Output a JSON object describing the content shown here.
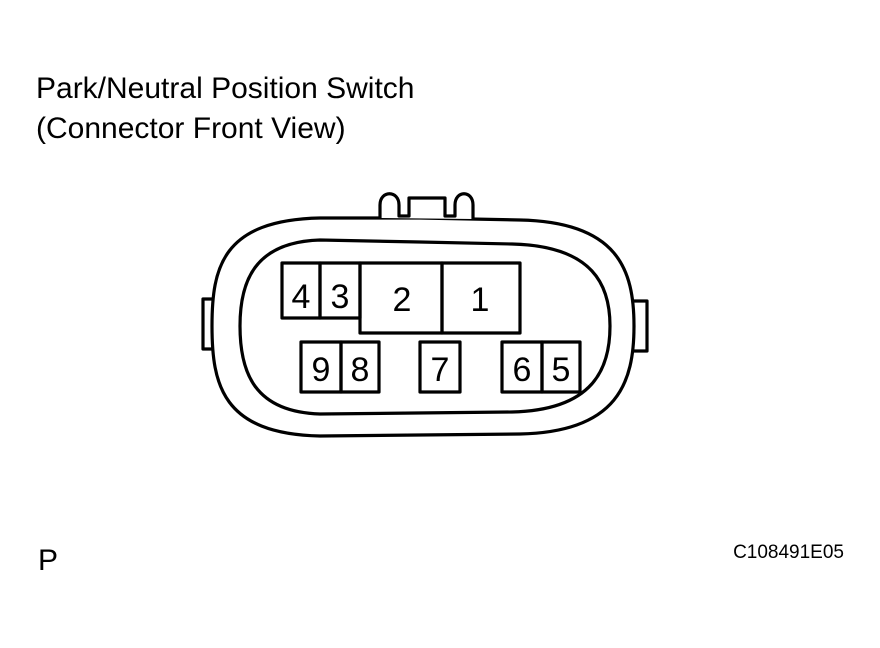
{
  "title": {
    "line1": "Park/Neutral Position Switch",
    "line2": "(Connector Front View)"
  },
  "connector": {
    "pins": {
      "p1": "1",
      "p2": "2",
      "p3": "3",
      "p4": "4",
      "p5": "5",
      "p6": "6",
      "p7": "7",
      "p8": "8",
      "p9": "9"
    }
  },
  "footer": {
    "marker": "P",
    "code": "C108491E05"
  },
  "colors": {
    "line": "#000000",
    "background": "#ffffff"
  }
}
